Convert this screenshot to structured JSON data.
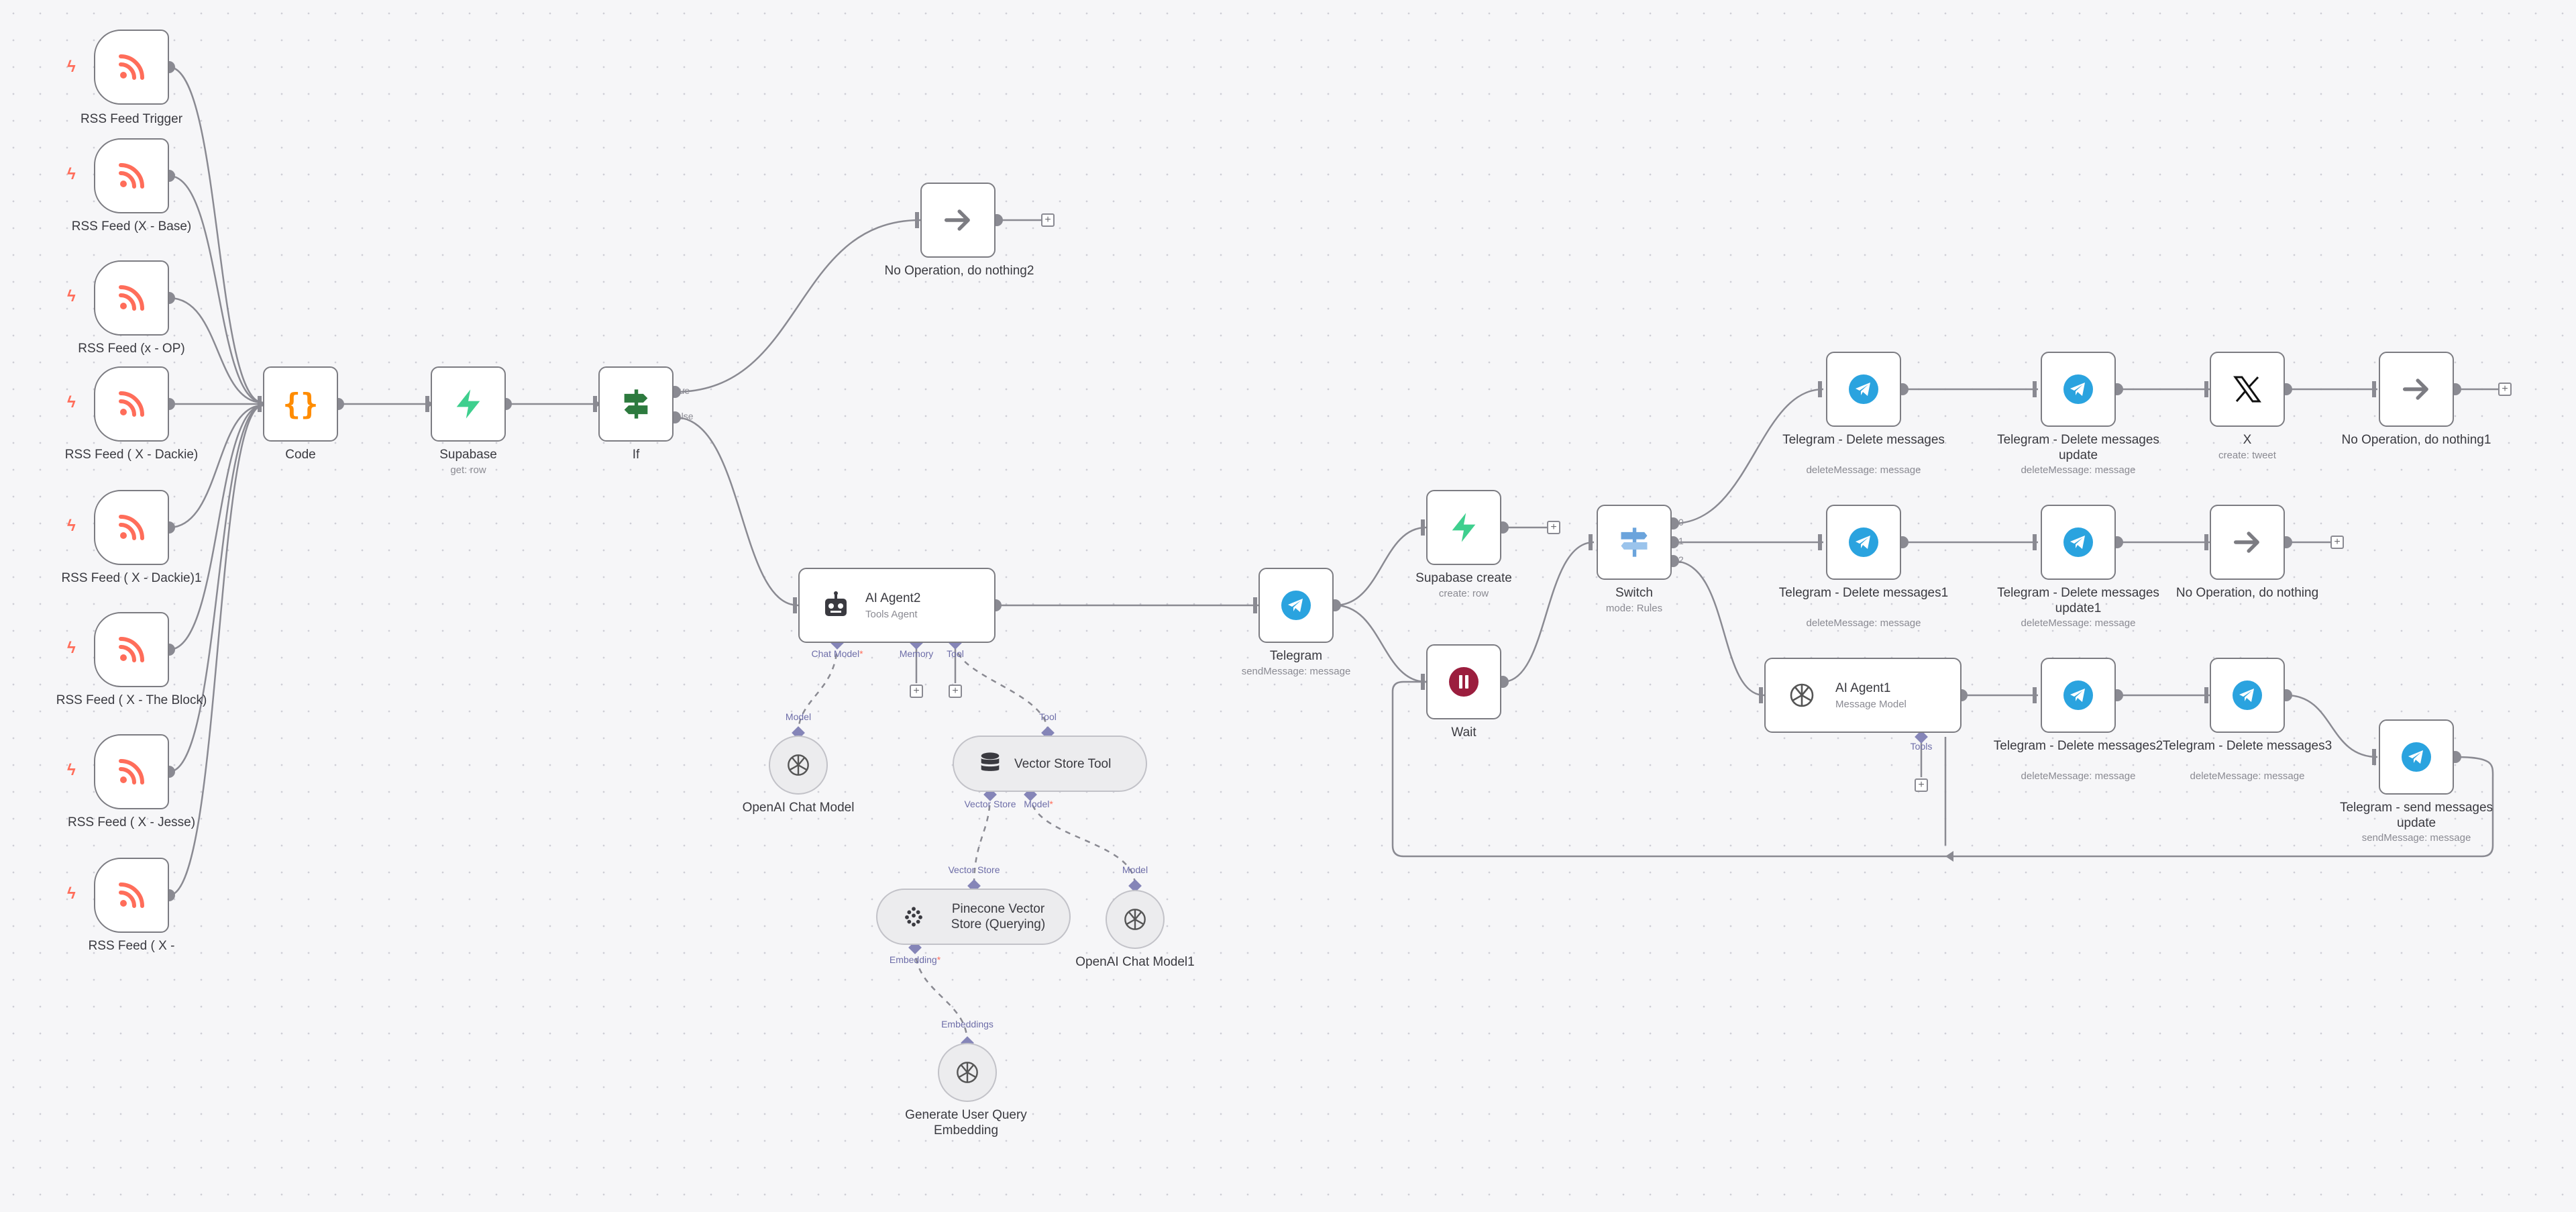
{
  "colors": {
    "accent": "#ff6d5a",
    "supabase": "#3ecf8e",
    "telegram": "#2aa3df",
    "wait": "#9b1e3e",
    "if": "#2d7a3e"
  },
  "triggers": [
    {
      "label": "RSS Feed Trigger"
    },
    {
      "label": "RSS Feed (X - Base)"
    },
    {
      "label": "RSS Feed (x - OP)"
    },
    {
      "label": "RSS Feed ( X - Dackie)"
    },
    {
      "label": "RSS Feed ( X - Dackie)1"
    },
    {
      "label": "RSS Feed ( X - The Block)"
    },
    {
      "label": "RSS Feed ( X - Jesse)"
    },
    {
      "label": "RSS Feed ( X -"
    }
  ],
  "nodes": {
    "code": {
      "label": "Code",
      "icon": "braces-icon"
    },
    "supabase": {
      "label": "Supabase",
      "sub": "get: row"
    },
    "if": {
      "label": "If",
      "true": "true",
      "false": "false"
    },
    "noop2": {
      "label": "No Operation, do nothing2"
    },
    "agent2": {
      "label": "AI Agent2",
      "sub": "Tools Agent",
      "chat": "Chat Model",
      "req": "*",
      "memory": "Memory",
      "tool": "Tool"
    },
    "openai": {
      "label": "OpenAI Chat Model",
      "handle": "Model"
    },
    "vst": {
      "label": "Vector Store Tool",
      "handle": "Tool",
      "vs": "Vector Store",
      "model": "Model",
      "req": "*"
    },
    "pinecone": {
      "label": "Pinecone Vector Store (Querying)",
      "handle": "Vector Store",
      "emb": "Embedding",
      "req": "*"
    },
    "openai1": {
      "label": "OpenAI Chat Model1",
      "handle": "Model"
    },
    "gen": {
      "label": "Generate User Query Embedding",
      "handle": "Embeddings"
    },
    "telegram": {
      "label": "Telegram",
      "sub": "sendMessage: message"
    },
    "supabase_create": {
      "label": "Supabase create",
      "sub": "create: row"
    },
    "wait": {
      "label": "Wait"
    },
    "switch": {
      "label": "Switch",
      "sub": "mode: Rules",
      "o0": "0",
      "o1": "1",
      "o2": "2"
    },
    "tg_del": {
      "label": "Telegram - Delete messages",
      "sub": "deleteMessage: message"
    },
    "tg_del_upd": {
      "label": "Telegram - Delete messages update",
      "sub": "deleteMessage: message"
    },
    "x": {
      "label": "X",
      "sub": "create: tweet"
    },
    "noop1": {
      "label": "No Operation, do nothing1"
    },
    "tg_del1": {
      "label": "Telegram - Delete messages1",
      "sub": "deleteMessage: message"
    },
    "tg_del_upd1": {
      "label": "Telegram - Delete messages update1",
      "sub": "deleteMessage: message"
    },
    "noop": {
      "label": "No Operation, do nothing"
    },
    "agent1": {
      "label": "AI Agent1",
      "sub": "Message Model",
      "tools": "Tools"
    },
    "tg_del2": {
      "label": "Telegram - Delete messages2",
      "sub": "deleteMessage: message"
    },
    "tg_del3": {
      "label": "Telegram - Delete messages3",
      "sub": "deleteMessage: message"
    },
    "tg_send": {
      "label": "Telegram - send messages update",
      "sub": "sendMessage: message"
    }
  }
}
